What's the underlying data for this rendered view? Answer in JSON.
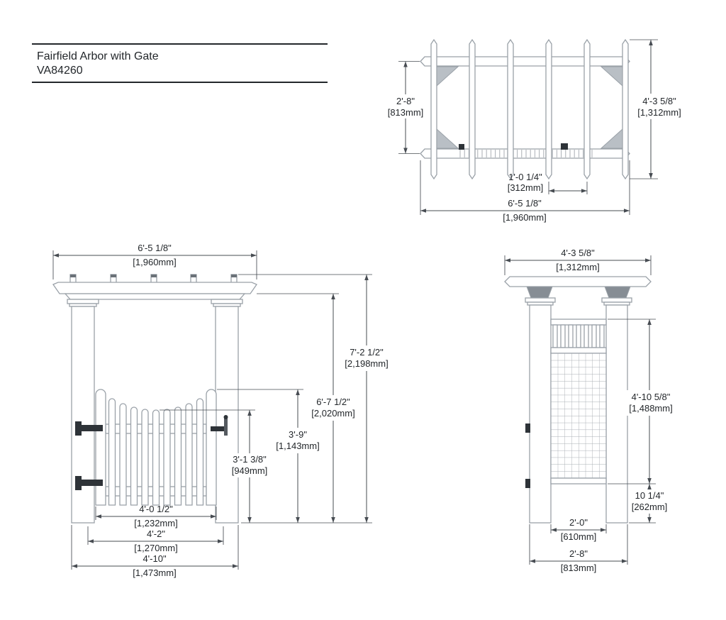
{
  "title": {
    "product": "Fairfield Arbor with Gate",
    "model": "VA84260"
  },
  "colors": {
    "structure": "#9aa1a8",
    "dim": "#474c52",
    "ink": "#23272b",
    "hardware": "#2e3338",
    "bracket": "#b9bfc5",
    "corbel": "#868d94",
    "cap": "#6a7178"
  },
  "dims": {
    "top_beam_spacing": {
      "imperial": "2'-8\"",
      "metric": "[813mm]"
    },
    "top_depth": {
      "imperial": "4'-3 5/8\"",
      "metric": "[1,312mm]"
    },
    "top_rafter_spacing": {
      "imperial": "1'-0 1/4\"",
      "metric": "[312mm]"
    },
    "top_width": {
      "imperial": "6'-5 1/8\"",
      "metric": "[1,960mm]"
    },
    "front_width": {
      "imperial": "6'-5 1/8\"",
      "metric": "[1,960mm]"
    },
    "front_total_height": {
      "imperial": "7'-2 1/2\"",
      "metric": "[2,198mm]"
    },
    "front_clear_height": {
      "imperial": "6'-7 1/2\"",
      "metric": "[2,020mm]"
    },
    "front_gate_peak": {
      "imperial": "3'-9\"",
      "metric": "[1,143mm]"
    },
    "front_gate_dip": {
      "imperial": "3'-1 3/8\"",
      "metric": "[949mm]"
    },
    "front_gate_width": {
      "imperial": "4'-0 1/2\"",
      "metric": "[1,232mm]"
    },
    "front_hardware_span": {
      "imperial": "4'-2\"",
      "metric": "[1,270mm]"
    },
    "front_post_span": {
      "imperial": "4'-10\"",
      "metric": "[1,473mm]"
    },
    "side_width": {
      "imperial": "4'-3 5/8\"",
      "metric": "[1,312mm]"
    },
    "side_panel_height": {
      "imperial": "4'-10 5/8\"",
      "metric": "[1,488mm]"
    },
    "side_bottom_offset": {
      "imperial": "10 1/4\"",
      "metric": "[262mm]"
    },
    "side_panel_width": {
      "imperial": "2'-0\"",
      "metric": "[610mm]"
    },
    "side_post_span": {
      "imperial": "2'-8\"",
      "metric": "[813mm]"
    }
  }
}
